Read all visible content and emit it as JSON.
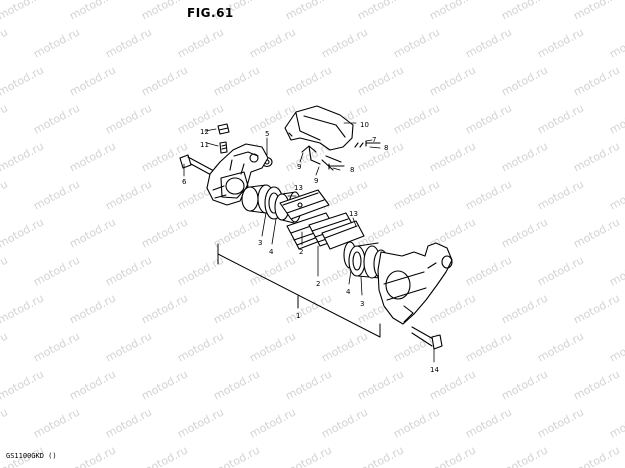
{
  "figure": {
    "title": "FIG.61",
    "code": "GS1100GKD ()"
  },
  "watermark": {
    "text": "motod.ru",
    "color": "#d3d3d3"
  },
  "callouts": {
    "c1": "1",
    "c2a": "2",
    "c2b": "2",
    "c3a": "3",
    "c3b": "3",
    "c4a": "4",
    "c4b": "4",
    "c5": "5",
    "c6": "6",
    "c7": "7",
    "c8a": "8",
    "c8b": "8",
    "c9a": "9",
    "c9b": "9",
    "c10": "10",
    "c11": "11",
    "c12": "12",
    "c13a": "13",
    "c13b": "13",
    "c14": "14"
  },
  "colors": {
    "ink": "#000000",
    "paper": "#ffffff"
  }
}
